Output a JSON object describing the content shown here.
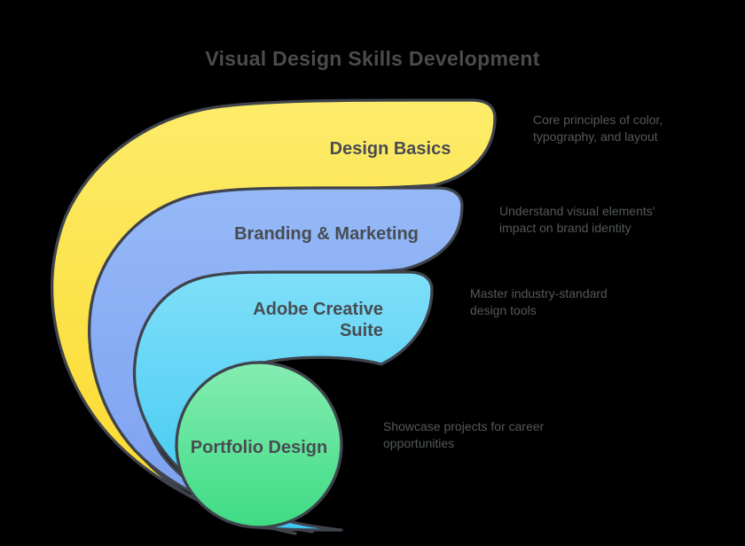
{
  "background_color": "#000000",
  "outline_color": "#3e434c",
  "title": {
    "text": "Visual Design Skills Development",
    "color": "#4b4b4b"
  },
  "text_colors": {
    "label": "#484c52",
    "description": "#54585b"
  },
  "diagram_type": "curved-funnel-layers",
  "layers": [
    {
      "name": "design-basics",
      "label": "Design Basics",
      "label_lines": [
        "Design Basics"
      ],
      "description": "Core principles of color, typography, and layout",
      "desc_lines": [
        "Core principles of color,",
        "typography, and layout"
      ],
      "color_top": "#fdec6a",
      "color_bottom": "#fbd829"
    },
    {
      "name": "branding-marketing",
      "label": "Branding & Marketing",
      "label_lines": [
        "Branding & Marketing"
      ],
      "description": "Understand visual elements' impact on brand identity",
      "desc_lines": [
        "Understand visual elements'",
        "impact on brand identity"
      ],
      "color_top": "#95b9f7",
      "color_bottom": "#7b9ff0"
    },
    {
      "name": "adobe-creative-suite",
      "label": "Adobe Creative Suite",
      "label_lines": [
        "Adobe Creative",
        "Suite"
      ],
      "description": "Master industry-standard design tools",
      "desc_lines": [
        "Master industry-standard",
        "design tools"
      ],
      "color_top": "#7fdff8",
      "color_bottom": "#3ec7f2"
    },
    {
      "name": "portfolio-design",
      "label": "Portfolio Design",
      "label_lines": [
        "Portfolio Design"
      ],
      "description": "Showcase projects for career opportunities",
      "desc_lines": [
        "Showcase projects for career",
        "opportunities"
      ],
      "color_top": "#85edb2",
      "color_bottom": "#3edb84"
    }
  ]
}
